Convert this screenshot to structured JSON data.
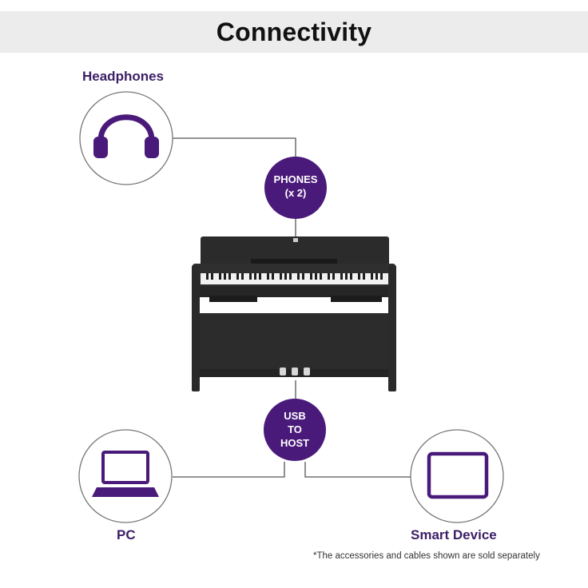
{
  "title": "Connectivity",
  "devices": {
    "headphones": {
      "label": "Headphones",
      "icon": "headphones-icon"
    },
    "pc": {
      "label": "PC",
      "icon": "laptop-icon"
    },
    "smart_device": {
      "label": "Smart Device",
      "icon": "tablet-icon"
    }
  },
  "ports": {
    "phones": {
      "line1": "PHONES",
      "line2": "(x 2)"
    },
    "usb": {
      "line1": "USB",
      "line2": "TO",
      "line3": "HOST"
    }
  },
  "footnote": "*The accessories and cables shown are sold separately",
  "colors": {
    "accent": "#4a1a7a",
    "label_text": "#3b1f66",
    "header_band": "#ececec",
    "piano_body": "#2a2a2a"
  }
}
